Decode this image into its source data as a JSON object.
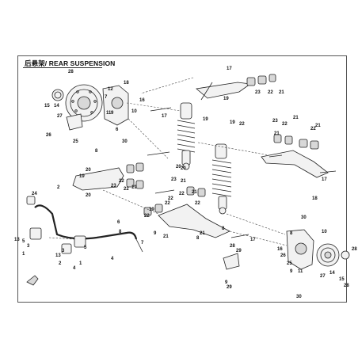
{
  "diagram": {
    "title": "后悬架/ REAR SUSPENSION",
    "callouts": [
      {
        "id": "c1",
        "text": "28"
      },
      {
        "id": "c2",
        "text": "15"
      },
      {
        "id": "c3",
        "text": "14"
      },
      {
        "id": "c4",
        "text": "12"
      },
      {
        "id": "c5",
        "text": "18"
      },
      {
        "id": "c6",
        "text": "16"
      },
      {
        "id": "c7",
        "text": "7"
      },
      {
        "id": "c8",
        "text": "27"
      },
      {
        "id": "c9",
        "text": "11"
      },
      {
        "id": "c10",
        "text": "9"
      },
      {
        "id": "c11",
        "text": "10"
      },
      {
        "id": "c12",
        "text": "26"
      },
      {
        "id": "c13",
        "text": "25"
      },
      {
        "id": "c14",
        "text": "30"
      },
      {
        "id": "c15",
        "text": "6"
      },
      {
        "id": "c16",
        "text": "17"
      },
      {
        "id": "c17",
        "text": "17"
      },
      {
        "id": "c18",
        "text": "23"
      },
      {
        "id": "c19",
        "text": "19"
      },
      {
        "id": "c20",
        "text": "19"
      },
      {
        "id": "c21",
        "text": "21"
      },
      {
        "id": "c22",
        "text": "22"
      },
      {
        "id": "c23",
        "text": "21"
      },
      {
        "id": "c24",
        "text": "23"
      },
      {
        "id": "c25",
        "text": "22"
      },
      {
        "id": "c26",
        "text": "21"
      },
      {
        "id": "c27",
        "text": "22"
      },
      {
        "id": "c28",
        "text": "21"
      },
      {
        "id": "c29",
        "text": "19"
      },
      {
        "id": "c30",
        "text": "22"
      },
      {
        "id": "c31",
        "text": "18"
      },
      {
        "id": "c32",
        "text": "17"
      },
      {
        "id": "c33",
        "text": "8"
      },
      {
        "id": "c34",
        "text": "20"
      },
      {
        "id": "c35",
        "text": "19"
      },
      {
        "id": "c36",
        "text": "20"
      },
      {
        "id": "c37",
        "text": "23"
      },
      {
        "id": "c38",
        "text": "22"
      },
      {
        "id": "c39",
        "text": "22"
      },
      {
        "id": "c40",
        "text": "19"
      },
      {
        "id": "c41",
        "text": "23"
      },
      {
        "id": "c42",
        "text": "22"
      },
      {
        "id": "c43",
        "text": "21"
      },
      {
        "id": "c44",
        "text": "21"
      },
      {
        "id": "c45",
        "text": "22"
      },
      {
        "id": "c46",
        "text": "22"
      },
      {
        "id": "c47",
        "text": "20"
      },
      {
        "id": "c48",
        "text": "24"
      },
      {
        "id": "c49",
        "text": "2"
      },
      {
        "id": "c50",
        "text": "5"
      },
      {
        "id": "c51",
        "text": "13"
      },
      {
        "id": "c52",
        "text": "1"
      },
      {
        "id": "c53",
        "text": "3"
      },
      {
        "id": "c54",
        "text": "4"
      },
      {
        "id": "c55",
        "text": "5"
      },
      {
        "id": "c56",
        "text": "3"
      },
      {
        "id": "c57",
        "text": "1"
      },
      {
        "id": "c58",
        "text": "2"
      },
      {
        "id": "c59",
        "text": "13"
      },
      {
        "id": "c60",
        "text": "4"
      },
      {
        "id": "c61",
        "text": "6"
      },
      {
        "id": "c62",
        "text": "8"
      },
      {
        "id": "c63",
        "text": "7"
      },
      {
        "id": "c64",
        "text": "17"
      },
      {
        "id": "c65",
        "text": "28"
      },
      {
        "id": "c66",
        "text": "29"
      },
      {
        "id": "c67",
        "text": "30"
      },
      {
        "id": "c68",
        "text": "8"
      },
      {
        "id": "c69",
        "text": "10"
      },
      {
        "id": "c70",
        "text": "16"
      },
      {
        "id": "c71",
        "text": "26"
      },
      {
        "id": "c72",
        "text": "25"
      },
      {
        "id": "c73",
        "text": "29"
      },
      {
        "id": "c74",
        "text": "9"
      },
      {
        "id": "c75",
        "text": "11"
      },
      {
        "id": "c76",
        "text": "27"
      },
      {
        "id": "c77",
        "text": "14"
      },
      {
        "id": "c78",
        "text": "15"
      },
      {
        "id": "c79",
        "text": "28"
      },
      {
        "id": "c80",
        "text": "30"
      },
      {
        "id": "c81",
        "text": "8"
      },
      {
        "id": "c82",
        "text": "19"
      },
      {
        "id": "c83",
        "text": "22"
      },
      {
        "id": "c84",
        "text": "22"
      },
      {
        "id": "c85",
        "text": "21"
      },
      {
        "id": "c86",
        "text": "9"
      },
      {
        "id": "c87",
        "text": "21"
      },
      {
        "id": "c88",
        "text": "8"
      },
      {
        "id": "c89",
        "text": "20"
      },
      {
        "id": "c90",
        "text": "9"
      },
      {
        "id": "c91",
        "text": "28"
      }
    ]
  }
}
